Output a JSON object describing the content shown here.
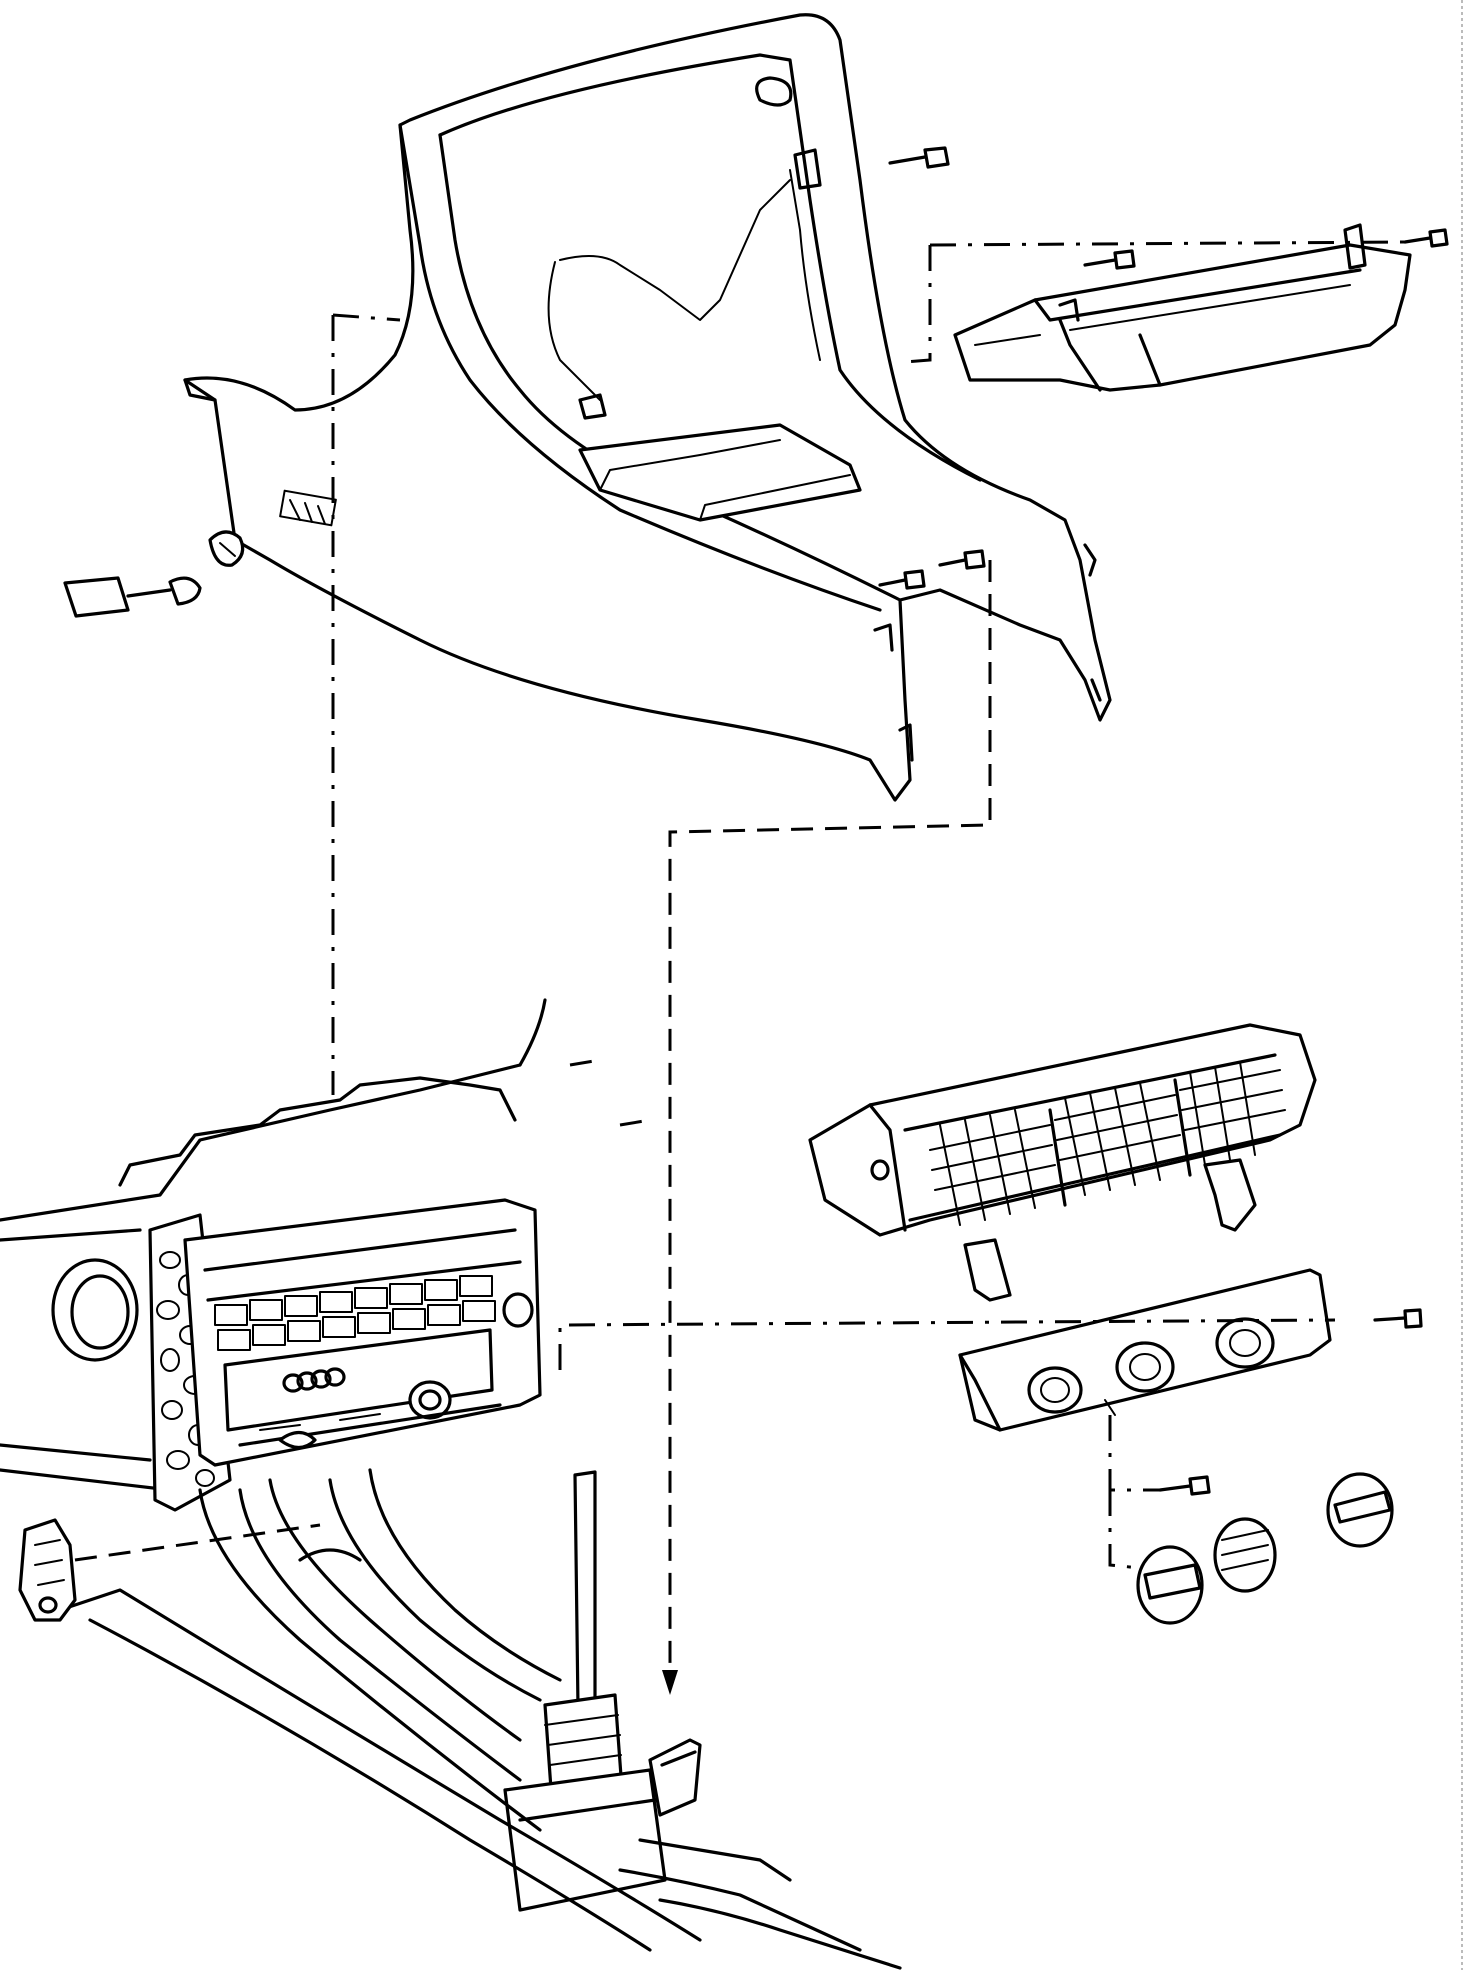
{
  "figure": {
    "type": "exploded-view line drawing",
    "parts": [
      "center-console-shell",
      "console-rear-storage-bin",
      "console-mounting-screws",
      "clip-nut",
      "console-trim-cover",
      "dashboard-center-section",
      "radio-head-unit",
      "center-air-vent-assembly",
      "vent-mounting-clips",
      "climate-control-trim-panel",
      "control-knobs",
      "gear-shift-lever",
      "mounting-bracket",
      "assembly-guide-lines"
    ],
    "ink_color": "#000000",
    "paper_color": "#ffffff"
  }
}
